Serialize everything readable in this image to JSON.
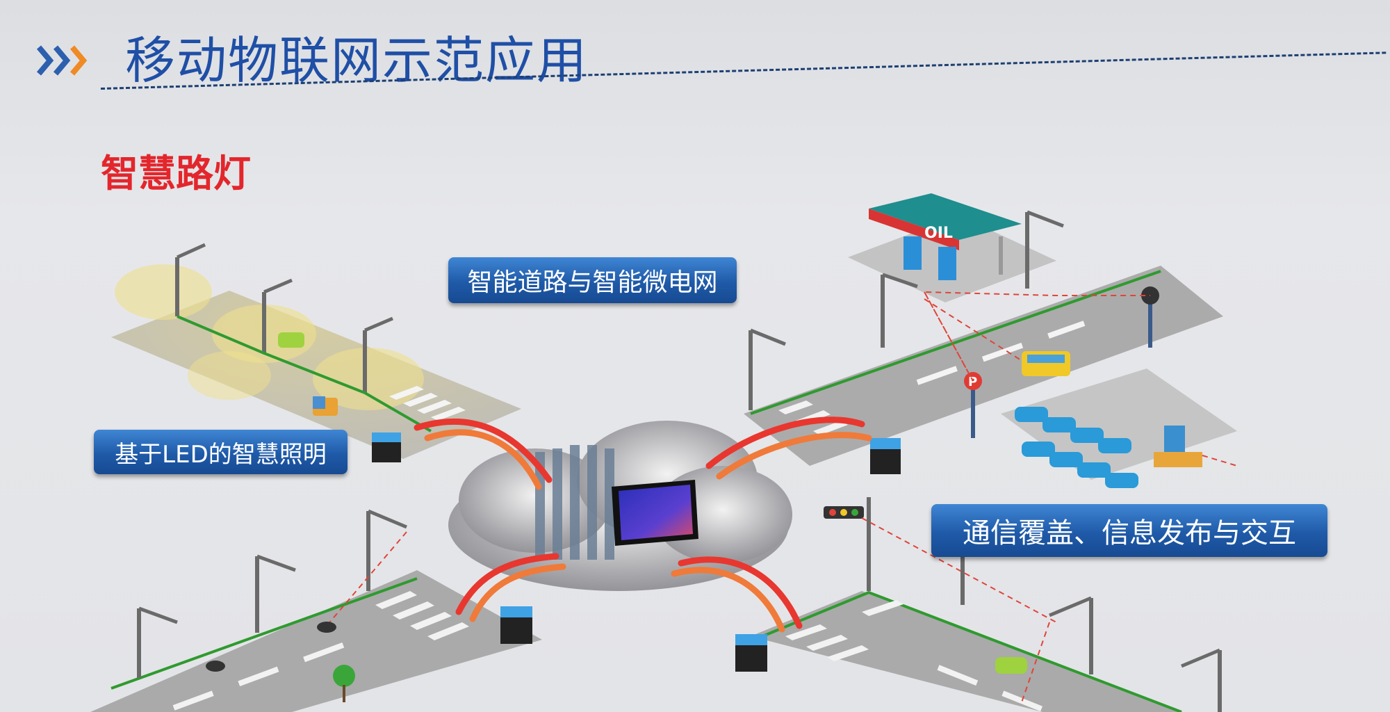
{
  "header": {
    "title": "移动物联网示范应用",
    "subtitle": "智慧路灯"
  },
  "labels": {
    "smart_grid": "智能道路与智能微电网",
    "led_lighting": "基于LED的智慧照明",
    "communication": "通信覆盖、信息发布与交互"
  },
  "icons": {
    "gas_station_sign": "OIL",
    "parking_sign": "P"
  },
  "colors": {
    "title_blue": "#1f4fa6",
    "subtitle_red": "#e3262c",
    "label_blue": "#1f5aa8",
    "arc_red": "#e8372f",
    "power_line_green": "#2f9a2f"
  }
}
